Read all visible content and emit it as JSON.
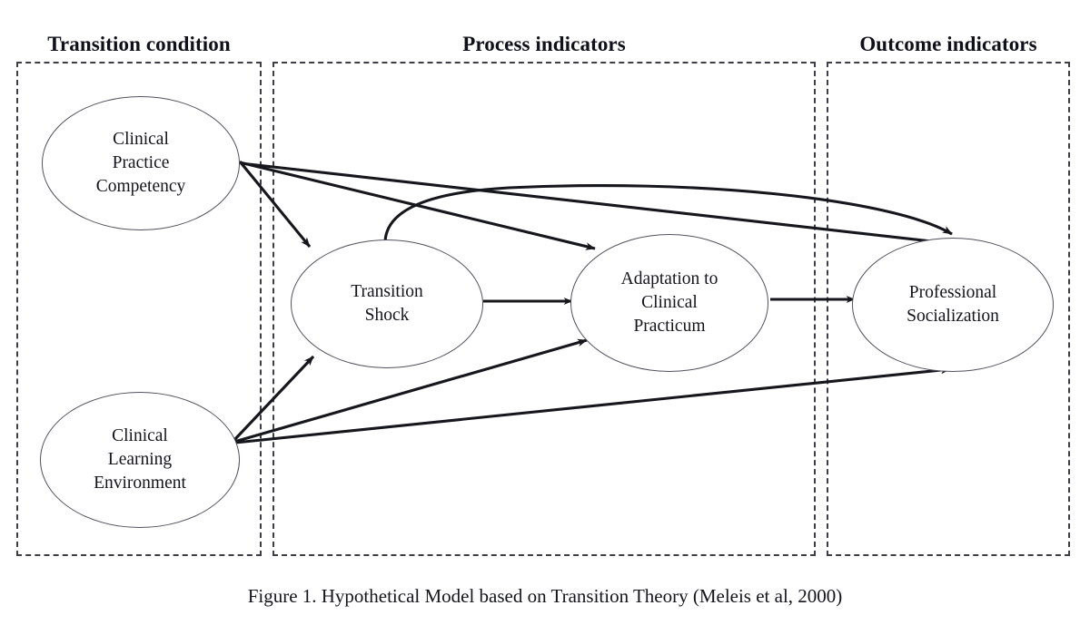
{
  "figure": {
    "caption": "Figure 1. Hypothetical Model based on Transition Theory (Meleis et al, 2000)",
    "background_color": "#ffffff",
    "stroke_color": "#16161d",
    "lane_border_color": "#3d3d46",
    "node_border_color": "#52525e"
  },
  "columns": [
    {
      "id": "transition-condition",
      "heading": "Transition condition"
    },
    {
      "id": "process-indicators",
      "heading": "Process indicators"
    },
    {
      "id": "outcome-indicators",
      "heading": "Outcome indicators"
    }
  ],
  "nodes": [
    {
      "id": "clinical-practice-competency",
      "label": "Clinical\nPractice\nCompetency",
      "column": "transition-condition"
    },
    {
      "id": "clinical-learning-environment",
      "label": "Clinical\nLearning\nEnvironment",
      "column": "transition-condition"
    },
    {
      "id": "transition-shock",
      "label": "Transition\nShock",
      "column": "process-indicators"
    },
    {
      "id": "adaptation-to-clinical-practicum",
      "label": "Adaptation to\nClinical\nPracticum",
      "column": "process-indicators"
    },
    {
      "id": "professional-socialization",
      "label": "Professional\nSocialization",
      "column": "outcome-indicators"
    }
  ],
  "edges": [
    {
      "id": "edge-cpc-to-transition-shock",
      "from": "clinical-practice-competency",
      "to": "transition-shock",
      "style": "straight"
    },
    {
      "id": "edge-cpc-to-adaptation",
      "from": "clinical-practice-competency",
      "to": "adaptation-to-clinical-practicum",
      "style": "straight"
    },
    {
      "id": "edge-cpc-to-professional",
      "from": "clinical-practice-competency",
      "to": "professional-socialization",
      "style": "straight"
    },
    {
      "id": "edge-cle-to-transition-shock",
      "from": "clinical-learning-environment",
      "to": "transition-shock",
      "style": "straight"
    },
    {
      "id": "edge-cle-to-adaptation",
      "from": "clinical-learning-environment",
      "to": "adaptation-to-clinical-practicum",
      "style": "straight"
    },
    {
      "id": "edge-cle-to-professional",
      "from": "clinical-learning-environment",
      "to": "professional-socialization",
      "style": "straight"
    },
    {
      "id": "edge-shock-to-adaptation",
      "from": "transition-shock",
      "to": "adaptation-to-clinical-practicum",
      "style": "straight"
    },
    {
      "id": "edge-shock-to-professional",
      "from": "transition-shock",
      "to": "professional-socialization",
      "style": "curved"
    },
    {
      "id": "edge-adaptation-to-professional",
      "from": "adaptation-to-clinical-practicum",
      "to": "professional-socialization",
      "style": "straight"
    }
  ]
}
